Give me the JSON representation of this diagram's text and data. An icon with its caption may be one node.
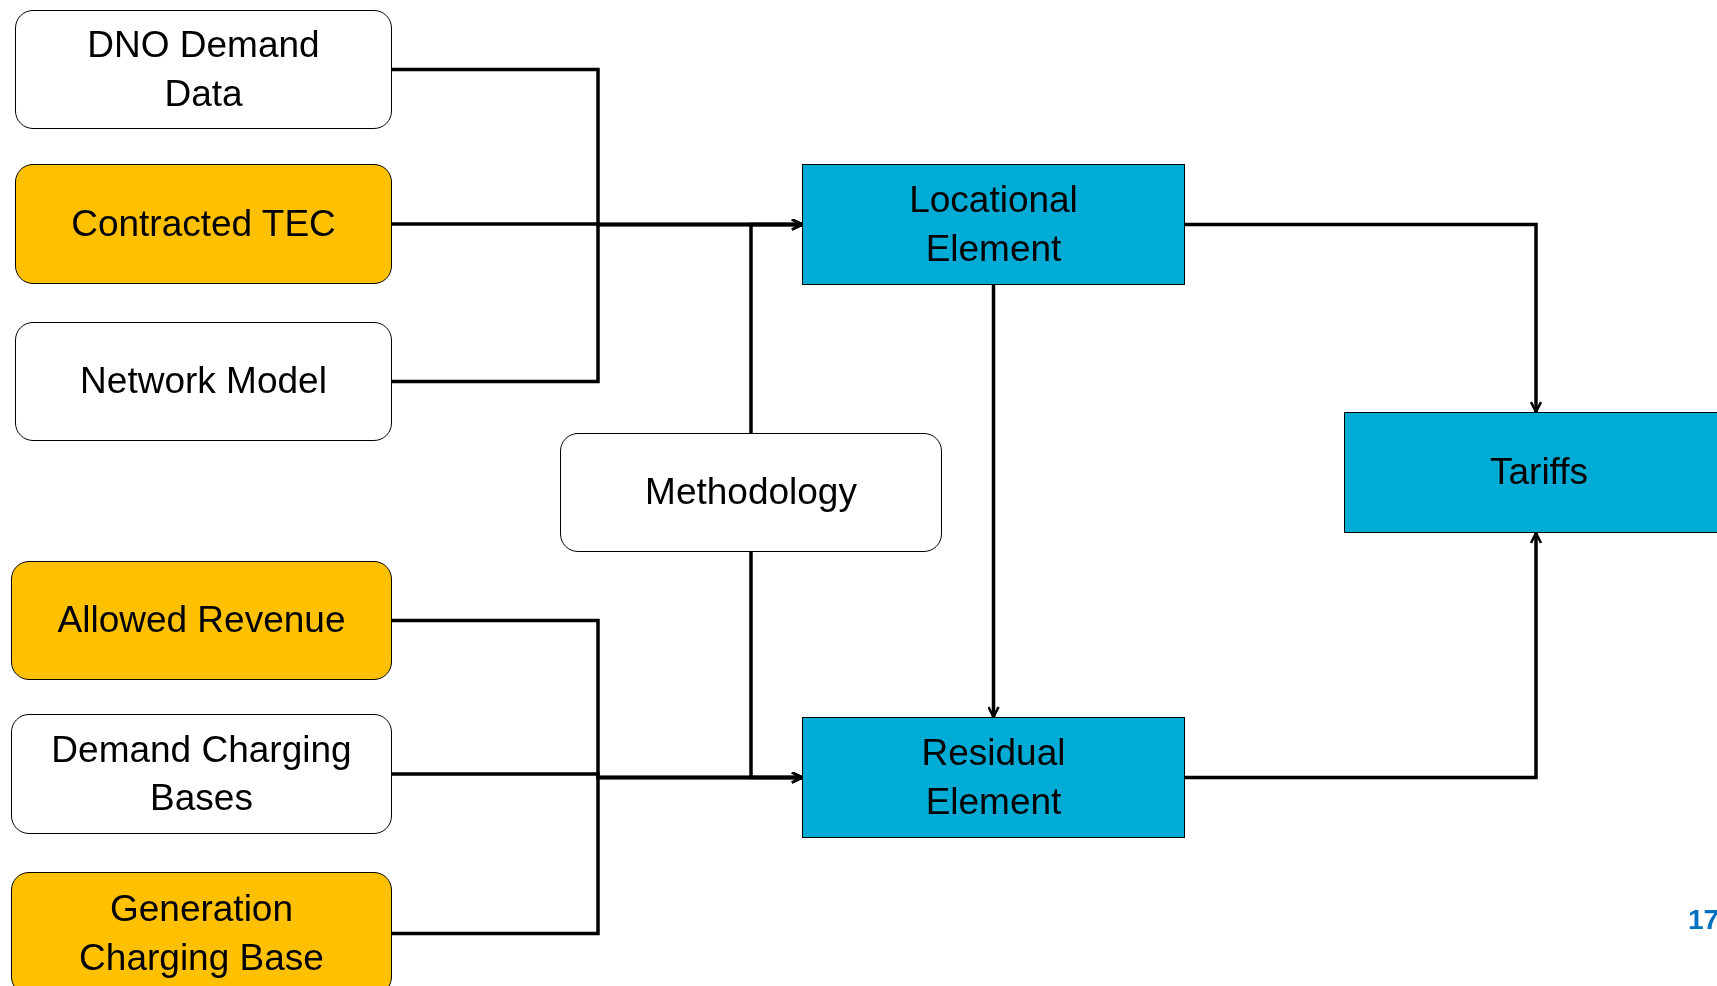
{
  "diagram": {
    "nodes": [
      {
        "text": [
          "DNO Demand Data"
        ]
      },
      {
        "text": [
          "Contracted TEC"
        ]
      },
      {
        "text": [
          "Network Model"
        ]
      },
      {
        "text": [
          "Methodology"
        ]
      },
      {
        "text": [
          "Allowed Revenue"
        ]
      },
      {
        "text": [
          "Demand Charging Bases"
        ]
      },
      {
        "text": [
          "Generation Charging Base"
        ]
      },
      {
        "text": [
          "Locational Element"
        ]
      },
      {
        "text": [
          "Residual Element"
        ]
      },
      {
        "text": [
          "Tariffs"
        ]
      }
    ],
    "edges": [
      {
        "from": 0,
        "to": 7,
        "arrow": "to"
      },
      {
        "from": 1,
        "to": 7,
        "arrow": "to"
      },
      {
        "from": 2,
        "to": 7,
        "arrow": "to"
      },
      {
        "from": 3,
        "to": 7,
        "arrow": "to"
      },
      {
        "from": 4,
        "to": 8,
        "arrow": "to"
      },
      {
        "from": 5,
        "to": 8,
        "arrow": "to"
      },
      {
        "from": 6,
        "to": 8,
        "arrow": "to"
      },
      {
        "from": 3,
        "to": 8,
        "arrow": "to"
      },
      {
        "from": 7,
        "to": 8,
        "arrow": "to"
      },
      {
        "from": 7,
        "to": 9,
        "arrow": "to"
      },
      {
        "from": 8,
        "to": 9,
        "arrow": "to"
      }
    ],
    "labels": [
      "17"
    ]
  }
}
